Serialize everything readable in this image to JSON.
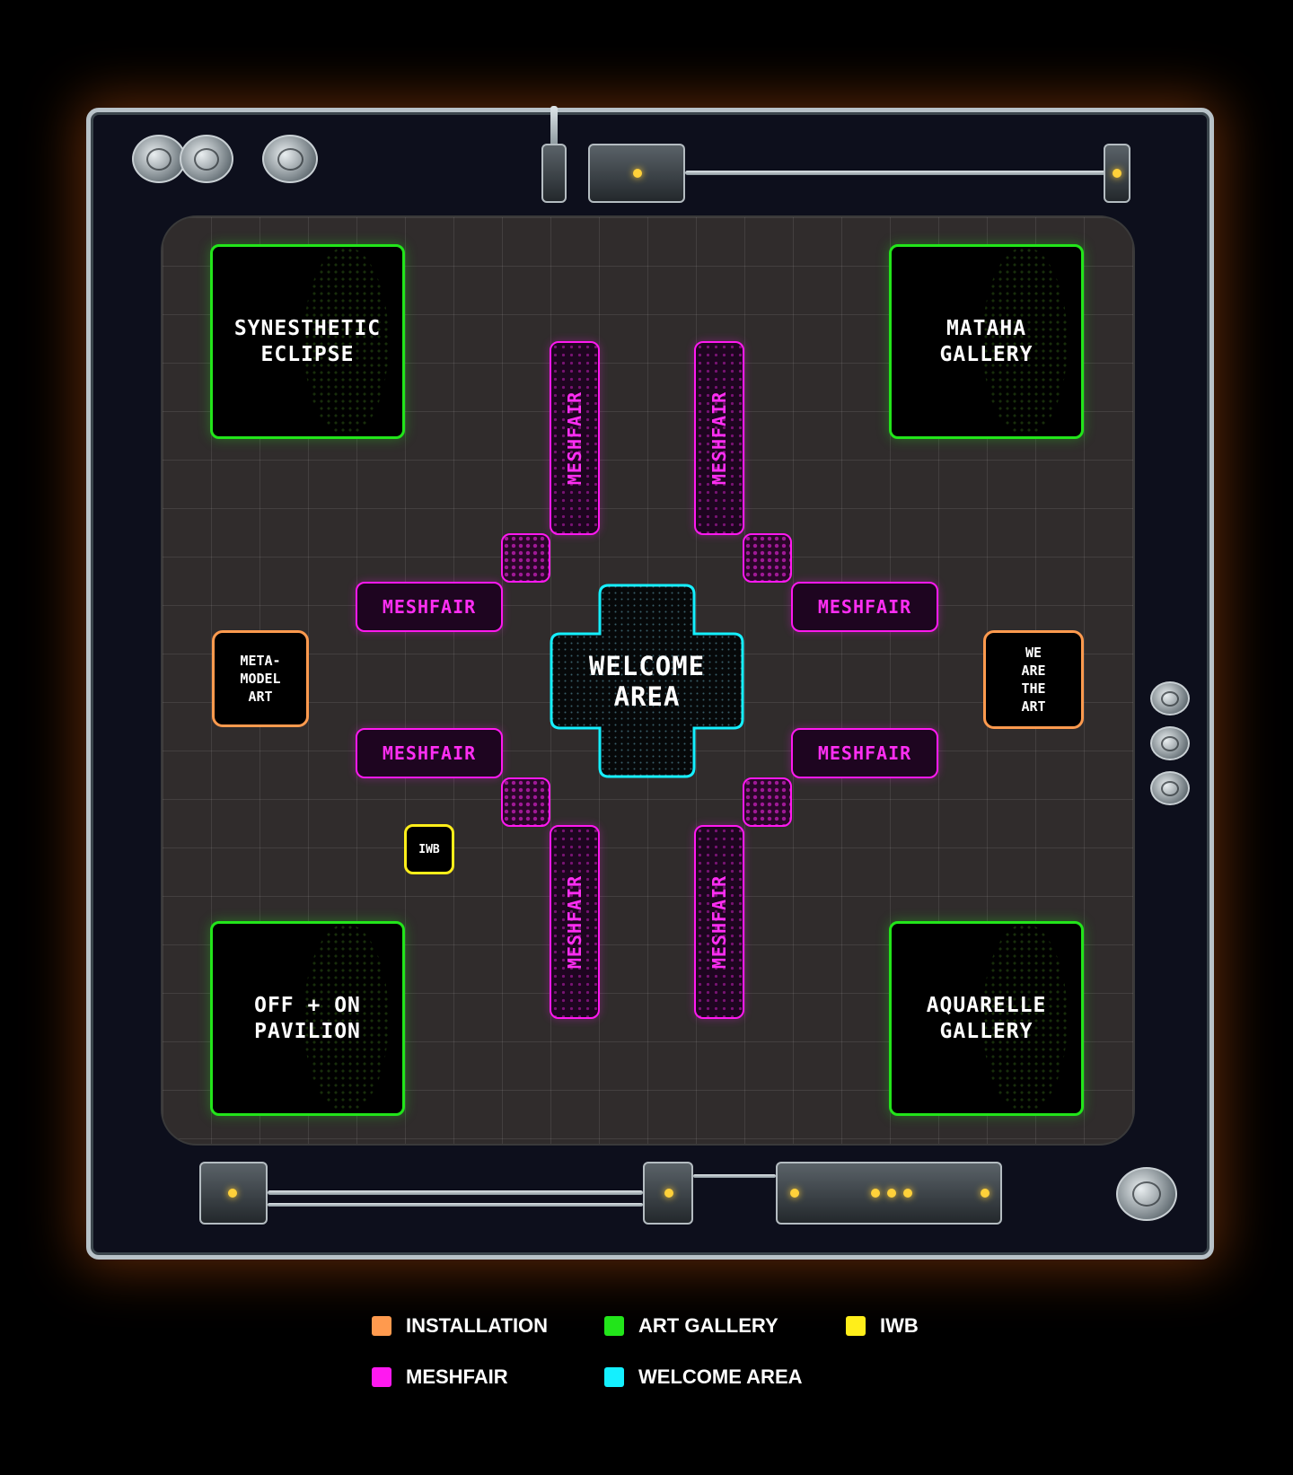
{
  "zones": {
    "art_galleries": [
      {
        "label": "SYNESTHETIC\nECLIPSE"
      },
      {
        "label": "MATAHA\nGALLERY"
      },
      {
        "label": "OFF + ON\nPAVILION"
      },
      {
        "label": "AQUARELLE\nGALLERY"
      }
    ],
    "meshfair": [
      {
        "label": "MESHFAIR"
      },
      {
        "label": "MESHFAIR"
      },
      {
        "label": "MESHFAIR"
      },
      {
        "label": "MESHFAIR"
      },
      {
        "label": "MESHFAIR"
      },
      {
        "label": "MESHFAIR"
      },
      {
        "label": "MESHFAIR"
      },
      {
        "label": "MESHFAIR"
      }
    ],
    "welcome_area": {
      "label": "WELCOME\nAREA"
    },
    "installations": [
      {
        "label": "META-\nMODEL\nART"
      },
      {
        "label": "WE\nARE\nTHE\nART"
      }
    ],
    "iwb": {
      "label": "IWB"
    }
  },
  "legend": [
    {
      "label": "INSTALLATION",
      "color": "#ff9a4e"
    },
    {
      "label": "ART GALLERY",
      "color": "#22e51a"
    },
    {
      "label": "IWB",
      "color": "#ffee1a"
    },
    {
      "label": "MESHFAIR",
      "color": "#ff19f0"
    },
    {
      "label": "WELCOME AREA",
      "color": "#14f0ff"
    }
  ],
  "colors": {
    "installation": "#ff9a4e",
    "art_gallery": "#22e51a",
    "iwb": "#ffee1a",
    "meshfair": "#ff19f0",
    "welcome_area": "#14f0ff"
  }
}
